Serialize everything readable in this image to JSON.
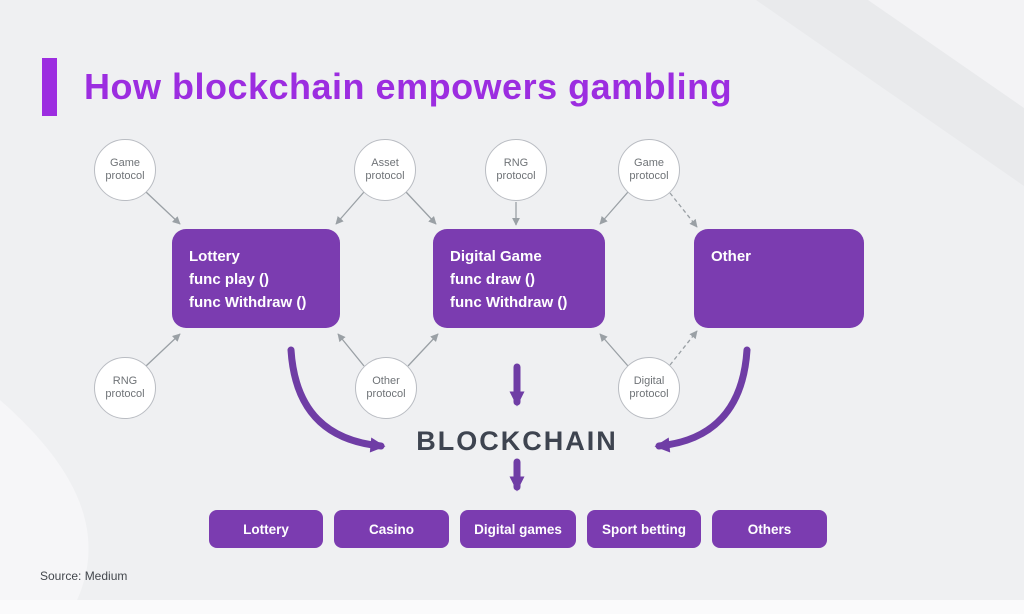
{
  "title": "How blockchain empowers gambling",
  "source": "Source: Medium",
  "colors": {
    "bg": "#eff0f2",
    "accent": "#9c2de0",
    "box": "#7b3cb0",
    "arrow": "#6f3da5",
    "blockchain": "#3e4450",
    "gray-line": "#9aa0a5",
    "circle-text": "#6f7377"
  },
  "circles": [
    {
      "line1": "Game",
      "line2": "protocol"
    },
    {
      "line1": "Asset",
      "line2": "protocol"
    },
    {
      "line1": "RNG",
      "line2": "protocol"
    },
    {
      "line1": "Game",
      "line2": "protocol"
    },
    {
      "line1": "RNG",
      "line2": "protocol"
    },
    {
      "line1": "Other",
      "line2": "protocol"
    },
    {
      "line1": "Digital",
      "line2": "protocol"
    }
  ],
  "boxes": [
    {
      "title": "Lottery",
      "line1": "func play ()",
      "line2": "func Withdraw ()"
    },
    {
      "title": "Digital Game",
      "line1": "func draw ()",
      "line2": "func Withdraw ()"
    },
    {
      "title": "Other",
      "line1": "",
      "line2": ""
    }
  ],
  "blockchain_label": "BLOCKCHAIN",
  "categories": [
    "Lottery",
    "Casino",
    "Digital games",
    "Sport betting",
    "Others"
  ]
}
